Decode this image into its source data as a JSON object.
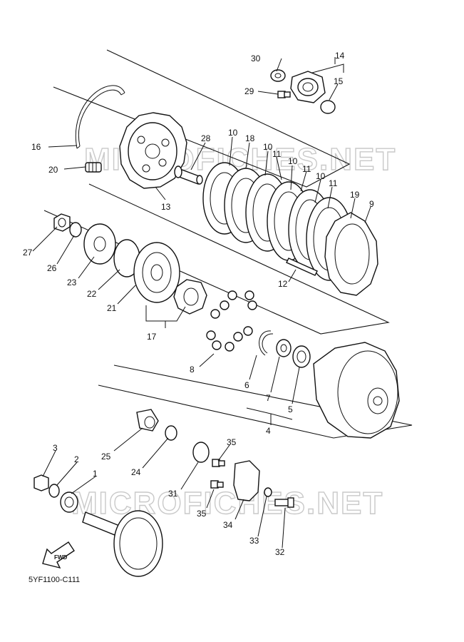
{
  "watermark": "MICROFICHES.NET",
  "diagram_code": "5YF1100-C111",
  "fwd_label": "FWD",
  "callouts": [
    "1",
    "2",
    "3",
    "4",
    "5",
    "6",
    "7",
    "8",
    "9",
    "10",
    "11",
    "12",
    "13",
    "14",
    "15",
    "16",
    "17",
    "18",
    "19",
    "20",
    "21",
    "22",
    "23",
    "24",
    "25",
    "26",
    "27",
    "28",
    "29",
    "30",
    "31",
    "32",
    "33",
    "34",
    "35"
  ],
  "colors": {
    "ink": "#111111",
    "watermark": "#c9c9c9",
    "background": "#ffffff"
  }
}
